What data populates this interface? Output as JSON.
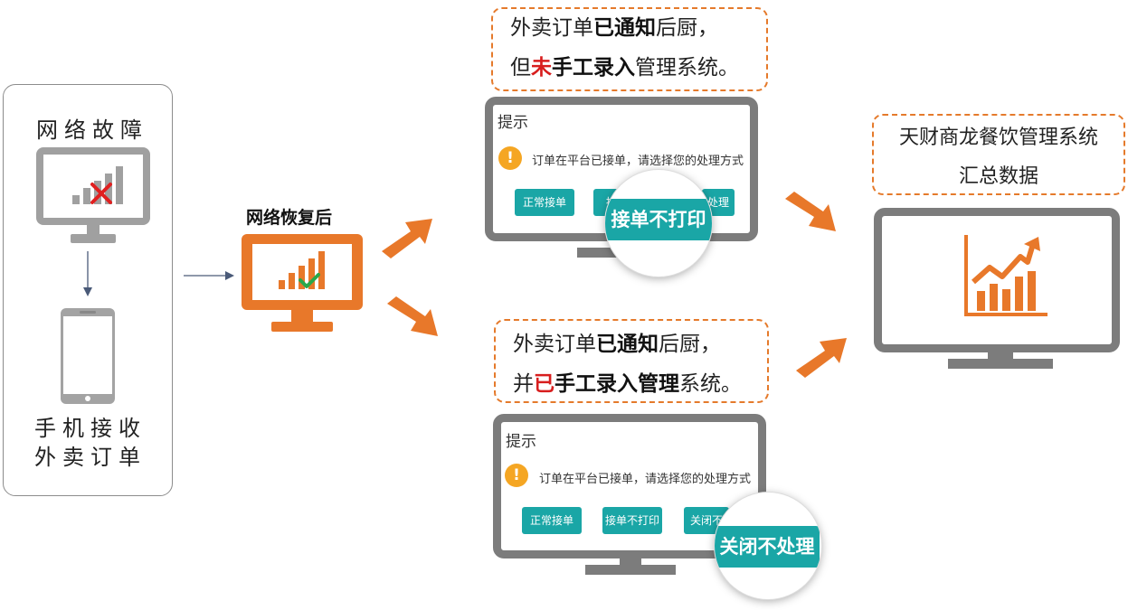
{
  "left_panel": {
    "network_fault": "网络故障",
    "phone_receive_line1": "手机接收",
    "phone_receive_line2": "外卖订单"
  },
  "middle": {
    "recovery_label": "网络恢复后"
  },
  "top_branch": {
    "note_line1": {
      "a": "外卖订单",
      "b": "已通知",
      "c": "后厨，"
    },
    "note_line2": {
      "a": "但",
      "red": "未",
      "b": "手工录入",
      "c": "管理系统。"
    },
    "dialog": {
      "title": "提示",
      "message": "订单在平台已接单，请选择您的处理方式",
      "buttons": [
        "正常接单",
        "接",
        "处理"
      ],
      "zoom_label": "接单不打印"
    }
  },
  "bottom_branch": {
    "note_line1": {
      "a": "外卖订单",
      "b": "已通知",
      "c": "后厨，"
    },
    "note_line2": {
      "a": "并",
      "red": "已",
      "b": "手工录入管理",
      "c": "系统。"
    },
    "dialog": {
      "title": "提示",
      "message": "订单在平台已接单，请选择您的处理方式",
      "buttons": [
        "正常接单",
        "接单不打印",
        "关闭不"
      ],
      "zoom_label": "关闭不处理"
    }
  },
  "right_panel": {
    "summary_line1": "天财商龙餐饮管理系统",
    "summary_line2": "汇总数据"
  },
  "colors": {
    "accent_orange": "#e8782a",
    "monitor_gray": "#7c7c7c",
    "teal": "#1aa6a6",
    "warn_orange": "#f5a623",
    "highlight_red": "#d81e1e"
  }
}
